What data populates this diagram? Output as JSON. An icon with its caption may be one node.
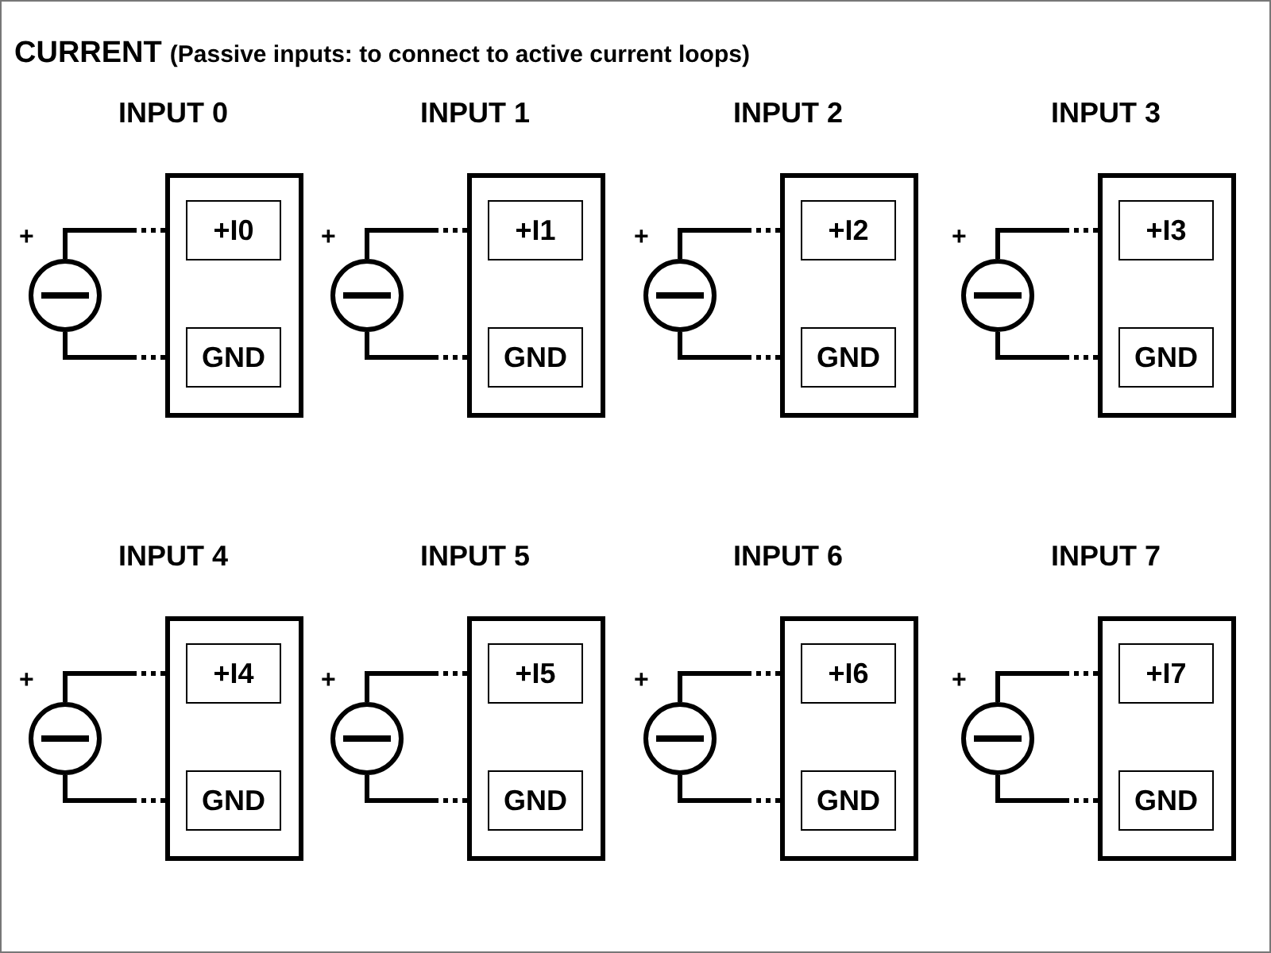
{
  "diagram": {
    "title": "CURRENT",
    "nodes": [
      {
        "text": [],
        "shape": "circle",
        "beside": [
          "+"
        ]
      },
      {
        "text": [
          "INPUT 0"
        ]
      },
      {
        "text": [
          "+I0"
        ],
        "in": 1
      },
      {
        "text": [
          "GND"
        ],
        "in": 1
      },
      {
        "text": [],
        "shape": "circle",
        "beside": [
          "+"
        ]
      },
      {
        "text": [
          "INPUT 1"
        ]
      },
      {
        "text": [
          "+I1"
        ],
        "in": 5
      },
      {
        "text": [
          "GND"
        ],
        "in": 5
      },
      {
        "text": [],
        "shape": "circle",
        "beside": [
          "+"
        ]
      },
      {
        "text": [
          "INPUT 2"
        ]
      },
      {
        "text": [
          "+I2"
        ],
        "in": 9
      },
      {
        "text": [
          "GND"
        ],
        "in": 9
      },
      {
        "text": [],
        "shape": "circle",
        "beside": [
          "+"
        ]
      },
      {
        "text": [
          "INPUT 3"
        ]
      },
      {
        "text": [
          "+I3"
        ],
        "in": 13
      },
      {
        "text": [
          "GND"
        ],
        "in": 13
      },
      {
        "text": [],
        "shape": "circle",
        "beside": [
          "+"
        ]
      },
      {
        "text": [
          "INPUT 4"
        ]
      },
      {
        "text": [
          "+I4"
        ],
        "in": 17
      },
      {
        "text": [
          "GND"
        ],
        "in": 17
      },
      {
        "text": [],
        "shape": "circle",
        "beside": [
          "+"
        ]
      },
      {
        "text": [
          "INPUT 5"
        ]
      },
      {
        "text": [
          "+I5"
        ],
        "in": 21
      },
      {
        "text": [
          "GND"
        ],
        "in": 21
      },
      {
        "text": [],
        "shape": "circle",
        "beside": [
          "+"
        ]
      },
      {
        "text": [
          "INPUT 6"
        ]
      },
      {
        "text": [
          "+I6"
        ],
        "in": 25
      },
      {
        "text": [
          "GND"
        ],
        "in": 25
      },
      {
        "text": [],
        "shape": "circle",
        "beside": [
          "+"
        ]
      },
      {
        "text": [
          "INPUT 7"
        ]
      },
      {
        "text": [
          "+I7"
        ],
        "in": 29
      },
      {
        "text": [
          "GND"
        ],
        "in": 29
      }
    ],
    "edges": [
      {
        "from": 0,
        "to": 2,
        "arrow": "none"
      },
      {
        "from": 0,
        "to": 3,
        "arrow": "none"
      },
      {
        "from": 4,
        "to": 6,
        "arrow": "none"
      },
      {
        "from": 4,
        "to": 7,
        "arrow": "none"
      },
      {
        "from": 8,
        "to": 10,
        "arrow": "none"
      },
      {
        "from": 8,
        "to": 11,
        "arrow": "none"
      },
      {
        "from": 12,
        "to": 14,
        "arrow": "none"
      },
      {
        "from": 12,
        "to": 15,
        "arrow": "none"
      },
      {
        "from": 16,
        "to": 18,
        "arrow": "none"
      },
      {
        "from": 16,
        "to": 19,
        "arrow": "none"
      },
      {
        "from": 20,
        "to": 22,
        "arrow": "none"
      },
      {
        "from": 20,
        "to": 23,
        "arrow": "none"
      },
      {
        "from": 24,
        "to": 26,
        "arrow": "none"
      },
      {
        "from": 24,
        "to": 27,
        "arrow": "none"
      },
      {
        "from": 28,
        "to": 30,
        "arrow": "none"
      },
      {
        "from": 28,
        "to": 31,
        "arrow": "none"
      }
    ],
    "labels": [
      "(Passive inputs: to connect to active current loops)"
    ]
  }
}
